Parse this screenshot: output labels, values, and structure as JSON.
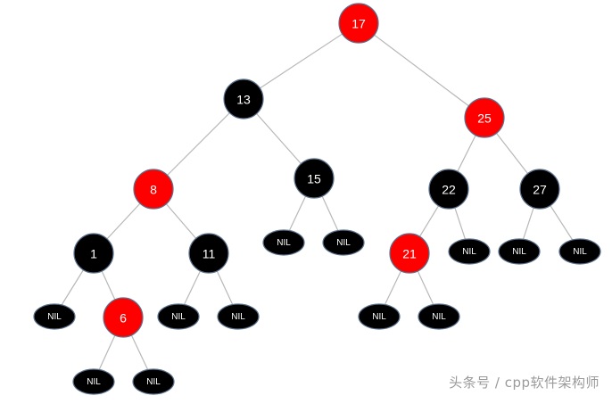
{
  "colors": {
    "red": "#ff0000",
    "black": "#000000",
    "edge": "#b8b8b8",
    "node_outline": "#5a6f8a"
  },
  "nodes": [
    {
      "id": "n17",
      "label": "17",
      "color": "red"
    },
    {
      "id": "n13",
      "label": "13",
      "color": "black"
    },
    {
      "id": "n25",
      "label": "25",
      "color": "red"
    },
    {
      "id": "n8",
      "label": "8",
      "color": "red"
    },
    {
      "id": "n15",
      "label": "15",
      "color": "black"
    },
    {
      "id": "n22",
      "label": "22",
      "color": "black"
    },
    {
      "id": "n27",
      "label": "27",
      "color": "black"
    },
    {
      "id": "n1",
      "label": "1",
      "color": "black"
    },
    {
      "id": "n11",
      "label": "11",
      "color": "black"
    },
    {
      "id": "n21",
      "label": "21",
      "color": "red"
    },
    {
      "id": "n6",
      "label": "6",
      "color": "red"
    },
    {
      "id": "nil1",
      "label": "NIL",
      "color": "black",
      "kind": "nil"
    },
    {
      "id": "nil2",
      "label": "NIL",
      "color": "black",
      "kind": "nil"
    },
    {
      "id": "nil3",
      "label": "NIL",
      "color": "black",
      "kind": "nil"
    },
    {
      "id": "nil4",
      "label": "NIL",
      "color": "black",
      "kind": "nil"
    },
    {
      "id": "nil5",
      "label": "NIL",
      "color": "black",
      "kind": "nil"
    },
    {
      "id": "nil6",
      "label": "NIL",
      "color": "black",
      "kind": "nil"
    },
    {
      "id": "nil7",
      "label": "NIL",
      "color": "black",
      "kind": "nil"
    },
    {
      "id": "nil8",
      "label": "NIL",
      "color": "black",
      "kind": "nil"
    },
    {
      "id": "nil9",
      "label": "NIL",
      "color": "black",
      "kind": "nil"
    },
    {
      "id": "nil10",
      "label": "NIL",
      "color": "black",
      "kind": "nil"
    },
    {
      "id": "nil11",
      "label": "NIL",
      "color": "black",
      "kind": "nil"
    },
    {
      "id": "nil12",
      "label": "NIL",
      "color": "black",
      "kind": "nil"
    }
  ],
  "edges": [
    [
      "n17",
      "n13"
    ],
    [
      "n17",
      "n25"
    ],
    [
      "n13",
      "n8"
    ],
    [
      "n13",
      "n15"
    ],
    [
      "n25",
      "n22"
    ],
    [
      "n25",
      "n27"
    ],
    [
      "n8",
      "n1"
    ],
    [
      "n8",
      "n11"
    ],
    [
      "n15",
      "nil1"
    ],
    [
      "n15",
      "nil2"
    ],
    [
      "n22",
      "n21"
    ],
    [
      "n22",
      "nil3"
    ],
    [
      "n27",
      "nil4"
    ],
    [
      "n27",
      "nil5"
    ],
    [
      "n1",
      "nil6"
    ],
    [
      "n1",
      "n6"
    ],
    [
      "n11",
      "nil7"
    ],
    [
      "n11",
      "nil8"
    ],
    [
      "n21",
      "nil9"
    ],
    [
      "n21",
      "nil10"
    ],
    [
      "n6",
      "nil11"
    ],
    [
      "n6",
      "nil12"
    ]
  ],
  "watermark": "头条号 / cpp软件架构师"
}
